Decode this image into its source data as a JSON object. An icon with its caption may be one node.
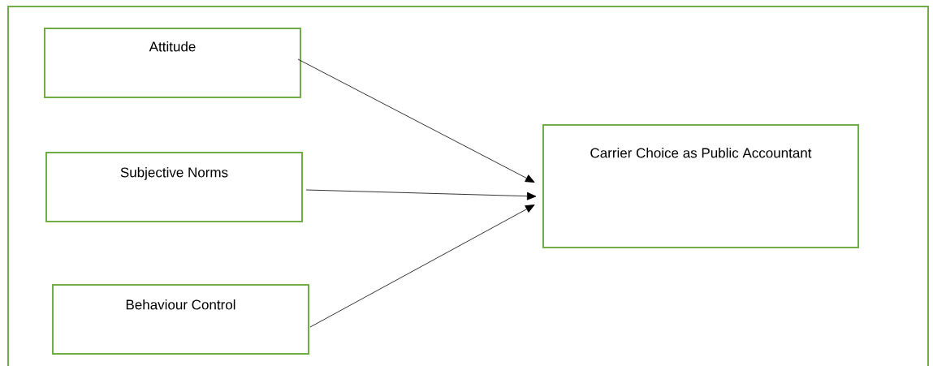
{
  "diagram": {
    "nodes": [
      {
        "text": [
          "Attitude"
        ]
      },
      {
        "text": [
          "Subjective Norms"
        ]
      },
      {
        "text": [
          "Behaviour Control"
        ]
      },
      {
        "text": [
          "Carrier Choice as Public Accountant"
        ]
      }
    ],
    "edges": [
      {
        "from": 0,
        "to": 3,
        "arrow": "to"
      },
      {
        "from": 1,
        "to": 3,
        "arrow": "to"
      },
      {
        "from": 2,
        "to": 3,
        "arrow": "to"
      }
    ]
  }
}
